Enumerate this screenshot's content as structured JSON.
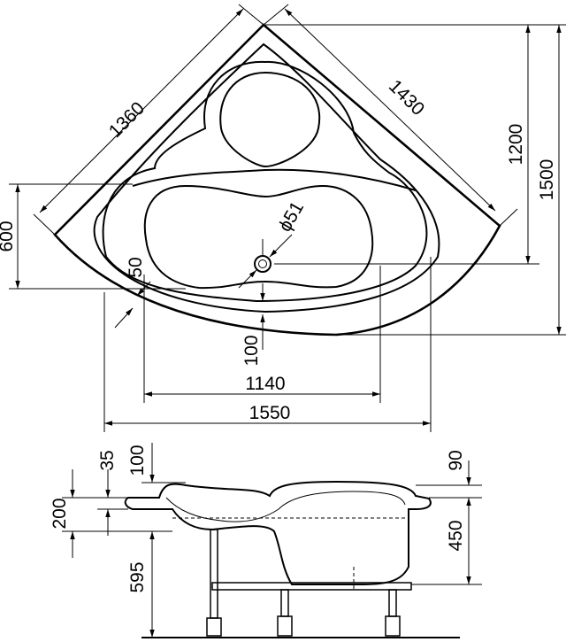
{
  "top_view": {
    "dimensions": {
      "left_side": "1360",
      "right_side": "1430",
      "inner_depth": "1200",
      "overall_depth": "1500",
      "side_offset": "600",
      "rim_width": "50",
      "drain_diameter": "ϕ51",
      "front_rim": "100",
      "inner_width": "1140",
      "overall_width": "1550"
    }
  },
  "side_view": {
    "dimensions": {
      "rim_thickness": "35",
      "headrest_height": "100",
      "apron_height": "200",
      "leg_height": "595",
      "right_rim_offset": "90",
      "basin_depth": "450"
    }
  }
}
